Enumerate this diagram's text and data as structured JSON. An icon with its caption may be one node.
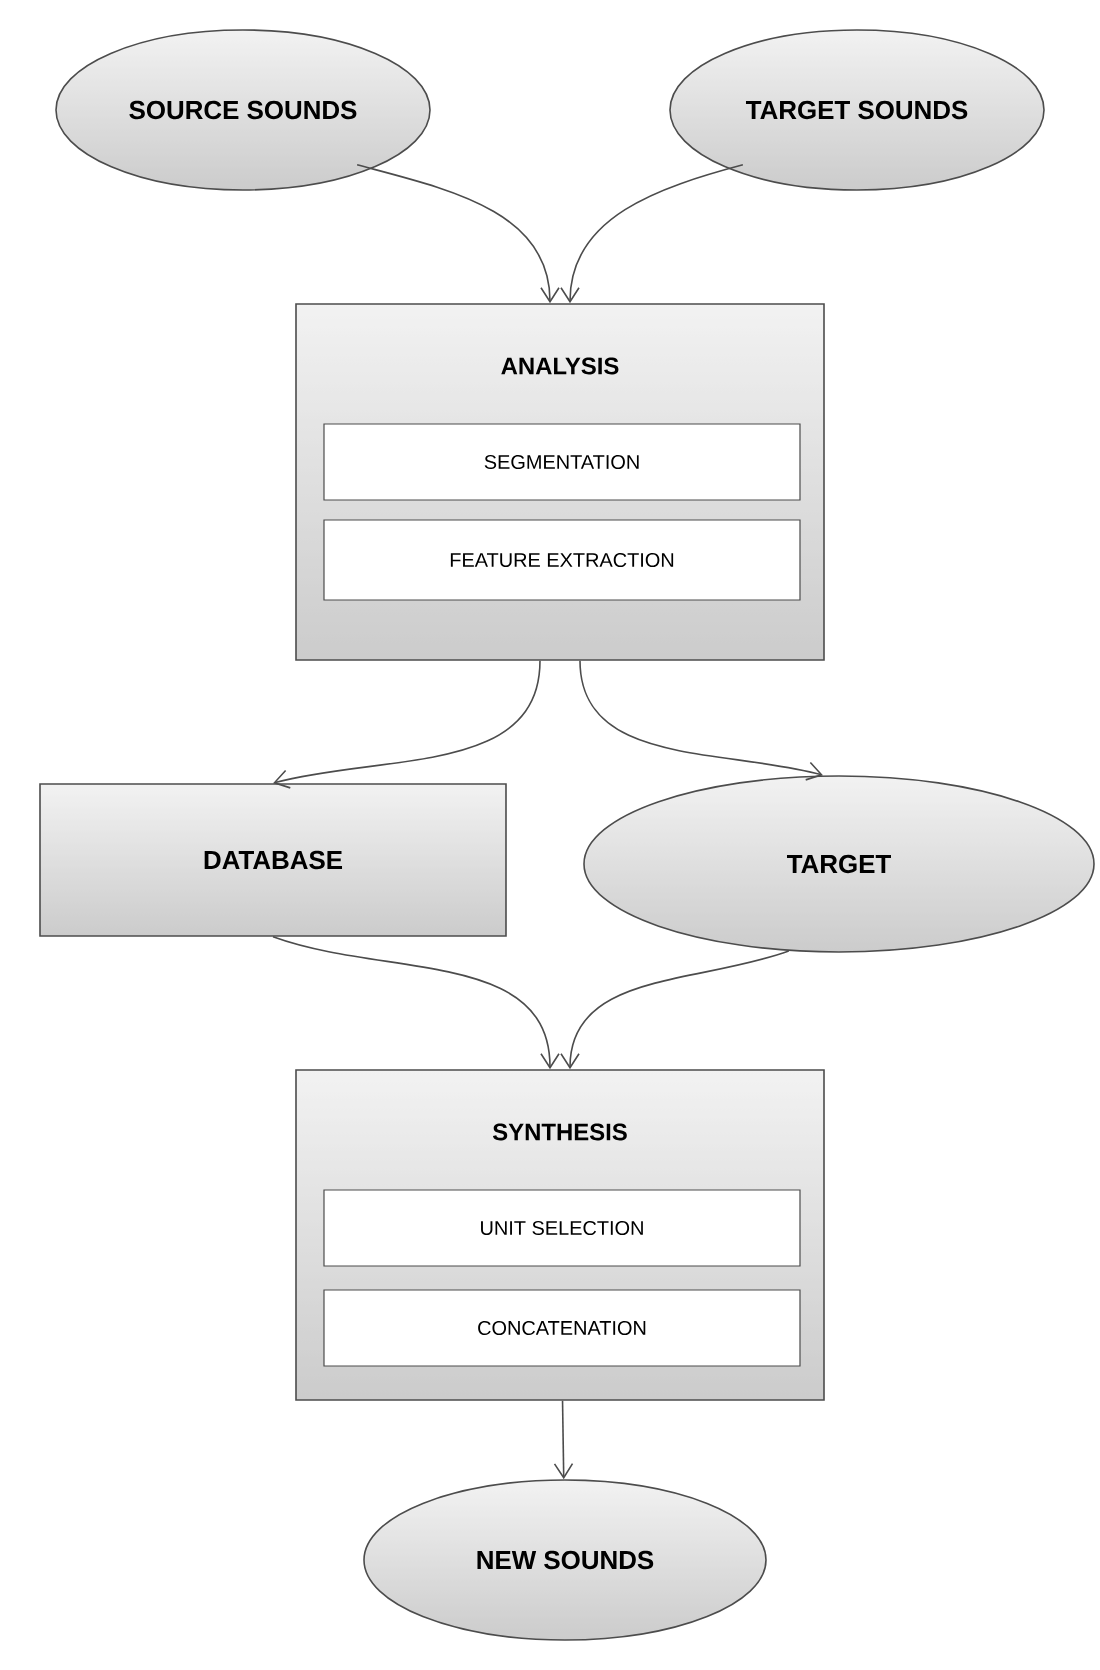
{
  "diagram": {
    "nodes": [
      {
        "text": [
          "SOURCE SOUNDS"
        ]
      },
      {
        "text": [
          "TARGET SOUNDS"
        ]
      },
      {
        "text": [
          "ANALYSIS"
        ]
      },
      {
        "text": [
          "SEGMENTATION"
        ],
        "in": 2
      },
      {
        "text": [
          "FEATURE EXTRACTION"
        ],
        "in": 2
      },
      {
        "text": [
          "DATABASE"
        ]
      },
      {
        "text": [
          "TARGET"
        ]
      },
      {
        "text": [
          "SYNTHESIS"
        ]
      },
      {
        "text": [
          "UNIT SELECTION"
        ],
        "in": 7
      },
      {
        "text": [
          "CONCATENATION"
        ],
        "in": 7
      },
      {
        "text": [
          "NEW SOUNDS"
        ]
      }
    ],
    "edges": [
      {
        "from": 0,
        "to": 2,
        "arrow": "to"
      },
      {
        "from": 1,
        "to": 2,
        "arrow": "to"
      },
      {
        "from": 2,
        "to": 5,
        "arrow": "to"
      },
      {
        "from": 2,
        "to": 6,
        "arrow": "to"
      },
      {
        "from": 5,
        "to": 7,
        "arrow": "to"
      },
      {
        "from": 6,
        "to": 7,
        "arrow": "to"
      },
      {
        "from": 7,
        "to": 10,
        "arrow": "to"
      }
    ]
  }
}
